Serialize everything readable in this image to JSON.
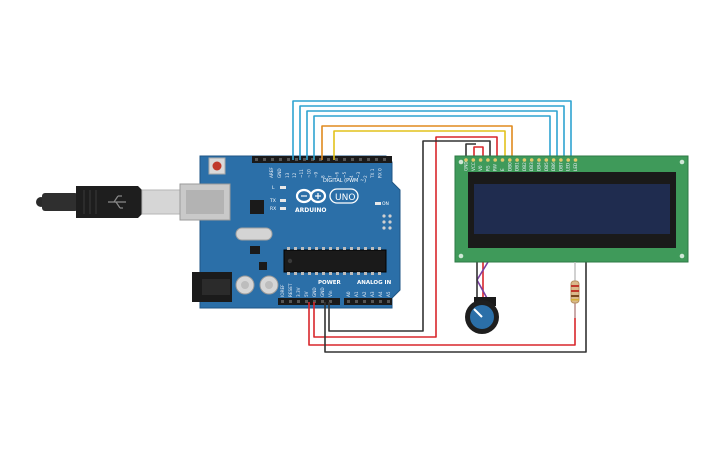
{
  "board": {
    "brand": "ARDUINO",
    "model": "UNO",
    "on_label": "ON",
    "digital_header_label": "DIGITAL (PWM ~)",
    "power_label": "POWER",
    "analog_label": "ANALOG IN",
    "tx_label": "TX",
    "rx_label": "RX",
    "l_label": "L",
    "aref_label": "AREF",
    "gnd_label": "GND",
    "digital_pins": [
      "13",
      "12",
      "~11",
      "~10",
      "~9",
      "8",
      "7",
      "~6",
      "~5",
      "4",
      "~3",
      "2",
      "TX 1",
      "RX 0"
    ],
    "power_pins": [
      "IOREF",
      "RESET",
      "3.3V",
      "5V",
      "GND",
      "GND",
      "Vin"
    ],
    "analog_pins": [
      "A0",
      "A1",
      "A2",
      "A3",
      "A4",
      "A5"
    ]
  },
  "lcd": {
    "pins": [
      "GND",
      "VCC",
      "V0",
      "RS",
      "RW",
      "E",
      "DB0",
      "DB1",
      "DB2",
      "DB3",
      "DB4",
      "DB5",
      "DB6",
      "DB7",
      "LED",
      "LED"
    ]
  },
  "colors": {
    "board": "#2b6fa8",
    "lcd_pcb": "#3f9a5a",
    "lcd_screen": "#1f2c4f",
    "wire_blue": "#2ea3d1",
    "wire_orange": "#e08a1e",
    "wire_yellow": "#e2c21b",
    "wire_red": "#d8262b",
    "wire_black": "#333333",
    "wire_purple": "#7a3fa0"
  }
}
